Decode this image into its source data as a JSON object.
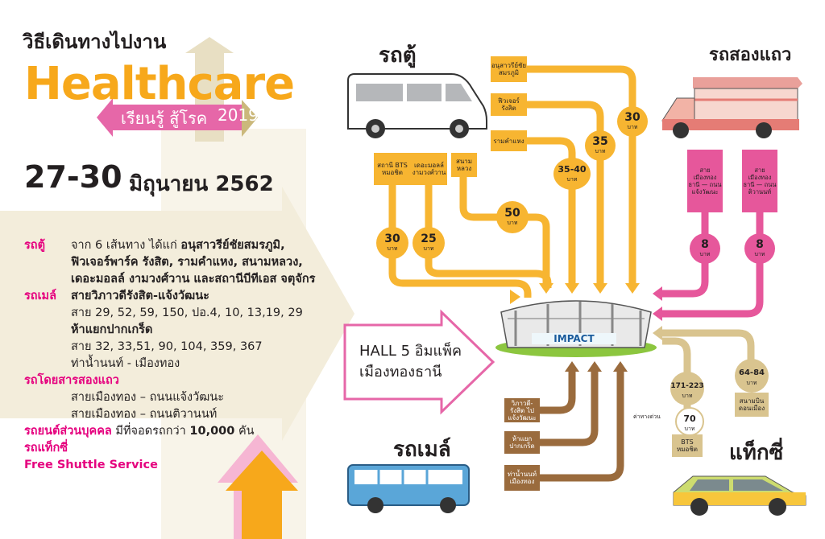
{
  "header": {
    "title": "วิธีเดินทางไปงาน",
    "logo_main": "Healthcare",
    "logo_sub": "เรียนรู้ สู้โรค",
    "logo_year": "2019",
    "date_num": "27-30",
    "date_text": "มิถุนายน 2562"
  },
  "info": {
    "van": {
      "label": "รถตู้",
      "line1_pre": "จาก 6 เส้นทาง ได้แก่",
      "line1_bold": "อนุสาวรีย์ชัยสมรภูมิ,",
      "line2": "ฟิวเจอร์พาร์ค รังสิต, รามคำแหง, สนามหลวง,",
      "line3": "เดอะมอลล์ งามวงศ์วาน และสถานีบีทีเอส จตุจักร"
    },
    "bus": {
      "label": "รถเมล์",
      "route1_title": "สายวิภาวดีรังสิต-แจ้งวัฒนะ",
      "route1_lines": "สาย 29, 52, 59, 150, ปอ.4, 10, 13,19, 29",
      "route2_title": "ห้าแยกปากเกร็ด",
      "route2_lines": "สาย 32, 33,51, 90, 104, 359, 367",
      "route3": "ท่าน้ำนนท์ - เมืองทอง"
    },
    "songthaew": {
      "label": "รถโดยสารสองแถว",
      "line1": "สายเมืองทอง – ถนนแจ้งวัฒนะ",
      "line2": "สายเมืองทอง – ถนนติวานนท์"
    },
    "car": {
      "label": "รถยนต์ส่วนบุคคล",
      "text_pre": "มีที่จอดรถกว่า",
      "text_bold": "10,000",
      "text_post": "คัน"
    },
    "taxi": {
      "label": "รถแท็กซี่"
    },
    "shuttle": "Free Shuttle Service"
  },
  "diagram": {
    "van_title": "รถตู้",
    "songthaew_title": "รถสองแถว",
    "bus_title": "รถเมล์",
    "taxi_title": "แท็กซี่",
    "hall_line1": "HALL 5  อิมแพ็ค",
    "hall_line2": "เมืองทองธานี",
    "impact": "IMPACT",
    "unit": "บาท",
    "van_boxes": {
      "victory": "อนุสาวรีย์ชัย สมรภูมิ",
      "future": "ฟิวเจอร์ รังสิต",
      "ram": "รามคำแหง",
      "bts": "สถานี BTS หมอชิต",
      "mall": "เดอะมอลล์ งามวงศ์วาน",
      "sanam": "สนาม หลวง"
    },
    "van_prices": {
      "victory": "30",
      "future": "35",
      "ram": "35-40",
      "bts": "30",
      "mall": "25",
      "sanam": "50"
    },
    "songthaew_boxes": {
      "left": "สาย เมืองทอง ธานี — ถนน แจ้งวัฒนะ",
      "right": "สาย เมืองทอง ธานี — ถนน ติวานนท์"
    },
    "songthaew_prices": {
      "left": "8",
      "right": "8"
    },
    "bus_boxes": {
      "vibhavadi": "วิภาวดี-รังสิต ไปแจ้งวัฒนะ",
      "pakkret": "ห้าแยก ปากเกร็ด",
      "thanam": "ท่าน้ำนนท์ เมืองทอง"
    },
    "taxi_items": {
      "bts_price": "171-223",
      "bts_box": "BTS หมอชิต",
      "express": "ค่าทางด่วน",
      "express_price": "70",
      "stadium_price": "64-84",
      "stadium_box": "สนามบิน ดอนเมือง"
    }
  },
  "colors": {
    "van": "#f7b531",
    "songthaew": "#e6579b",
    "bus": "#9a6b3d",
    "taxi": "#d9c48f",
    "pink": "#e5007e",
    "beige": "#f2ecd9"
  }
}
